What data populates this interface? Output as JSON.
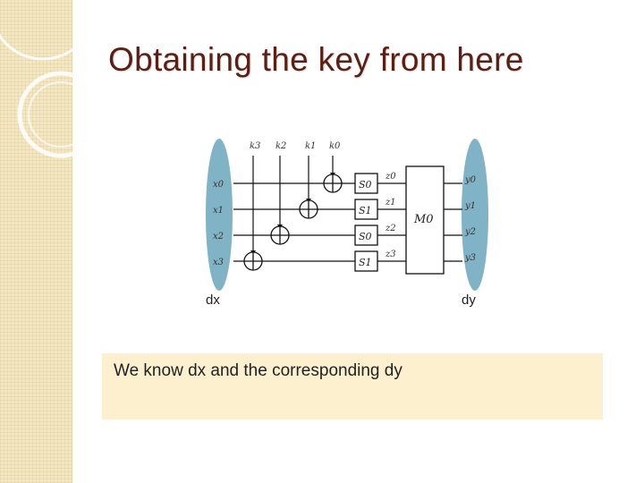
{
  "slide": {
    "title": "Obtaining the key from here",
    "dx_label": "dx",
    "dy_label": "dy",
    "note": "We know dx and the corresponding dy"
  },
  "diagram": {
    "key_labels": [
      "k3",
      "k2",
      "k1",
      "k0"
    ],
    "input_labels": [
      "x0",
      "x1",
      "x2",
      "x3"
    ],
    "sbox_labels": [
      "S0",
      "S1",
      "S0",
      "S1"
    ],
    "intermediate_labels": [
      "z0",
      "z1",
      "z2",
      "z3"
    ],
    "mix_label": "M0",
    "output_labels": [
      "y0",
      "y1",
      "y2",
      "y3"
    ],
    "ellipse_color": "#6aa6bb",
    "title_color": "#5c1f14",
    "note_background": "#fdf0cf",
    "strip_color": "#f3e7c4"
  }
}
